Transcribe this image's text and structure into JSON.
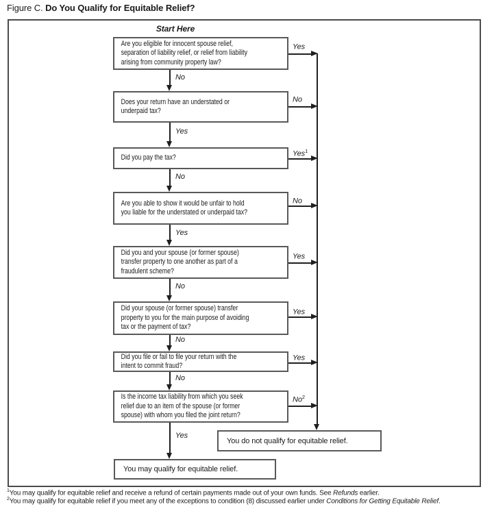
{
  "title": {
    "prefix": "Figure C.",
    "main": "Do You Qualify for Equitable Relief?"
  },
  "flowchart": {
    "start_label": "Start Here",
    "questions": [
      {
        "text": "Are you eligible for innocent spouse relief, separation of liability relief, or relief from liability arising from community property law?",
        "side_label": "Yes",
        "side_sup": "",
        "down_label": "No"
      },
      {
        "text": "Does your return have an understated or underpaid tax?",
        "side_label": "No",
        "side_sup": "",
        "down_label": "Yes"
      },
      {
        "text": "Did you pay the tax?",
        "side_label": "Yes",
        "side_sup": "1",
        "down_label": "No"
      },
      {
        "text": "Are you able to show it would be unfair to hold you liable for the understated or underpaid tax?",
        "side_label": "No",
        "side_sup": "",
        "down_label": "Yes"
      },
      {
        "text": "Did you and your spouse (or former spouse) transfer property to one another as part of a fraudulent scheme?",
        "side_label": "Yes",
        "side_sup": "",
        "down_label": "No"
      },
      {
        "text": "Did your spouse (or former spouse) transfer property to you for the main purpose of avoiding tax or the payment of tax?",
        "side_label": "Yes",
        "side_sup": "",
        "down_label": "No"
      },
      {
        "text": "Did you file or fail to file your return with the intent to commit fraud?",
        "side_label": "Yes",
        "side_sup": "",
        "down_label": "No"
      },
      {
        "text": "Is the income tax liability from which you seek relief due to an item of the spouse (or former spouse) with whom you filed the joint return?",
        "side_label": "No",
        "side_sup": "2",
        "down_label": "Yes"
      }
    ],
    "results": {
      "not_qualify": "You do not qualify for equitable relief.",
      "may_qualify": "You may qualify for equitable relief."
    }
  },
  "footnotes": [
    {
      "marker": "1",
      "pre": "You may qualify for equitable relief and receive a refund of certain payments made out of your own funds. See ",
      "italic": "Refunds",
      "post": " earlier."
    },
    {
      "marker": "2",
      "pre": "You may qualify for equitable relief if you meet any of the exceptions to condition (8) discussed earlier under ",
      "italic": "Conditions for Getting Equitable Relief",
      "post": "."
    }
  ],
  "colors": {
    "line": "#1f1f1f",
    "box_border": "#58585a",
    "outer_border": "#4a4a4c",
    "background": "#ffffff",
    "text": "#1a1a1a"
  }
}
